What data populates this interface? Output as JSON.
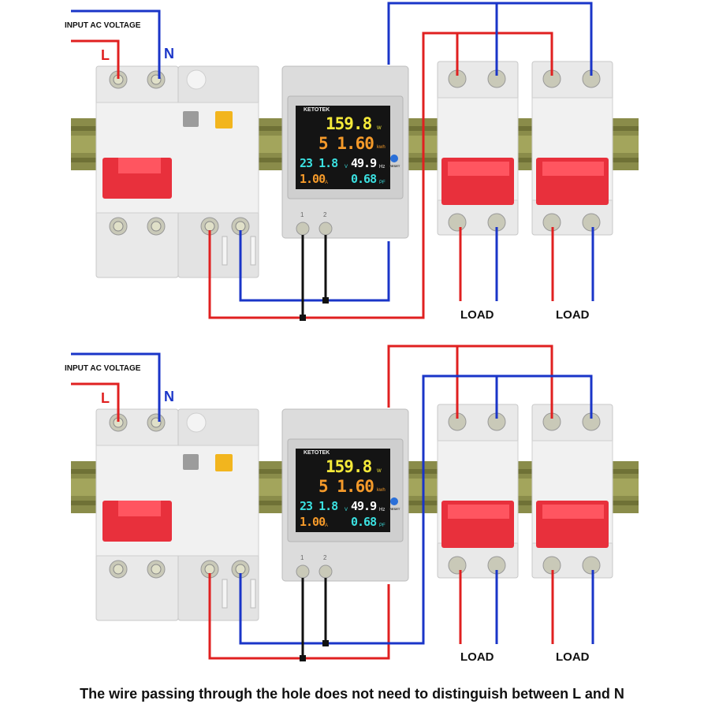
{
  "input_label": "INPUT AC VOLTAGE",
  "live_label": "L",
  "neutral_label": "N",
  "load_label": "LOAD",
  "meter": {
    "brand": "KETOTEK",
    "power": "159.8",
    "power_unit": "W",
    "energy": "5 1.60",
    "energy_unit": "kwh",
    "voltage": "23 1.8",
    "voltage_unit": "V",
    "frequency": "49.9",
    "frequency_unit": "Hz",
    "current": "1.00",
    "current_unit": "A",
    "power_factor": "0.68",
    "power_factor_unit": "PF",
    "reset_label": "RESET",
    "terminal_1": "1",
    "terminal_2": "2"
  },
  "colors": {
    "live_wire": "#e02020",
    "neutral_wire": "#1a35c8",
    "signal_wire": "#111111",
    "breaker_handle": "#e8303c"
  },
  "caption": "The wire passing through the hole does not need to distinguish between L and N"
}
